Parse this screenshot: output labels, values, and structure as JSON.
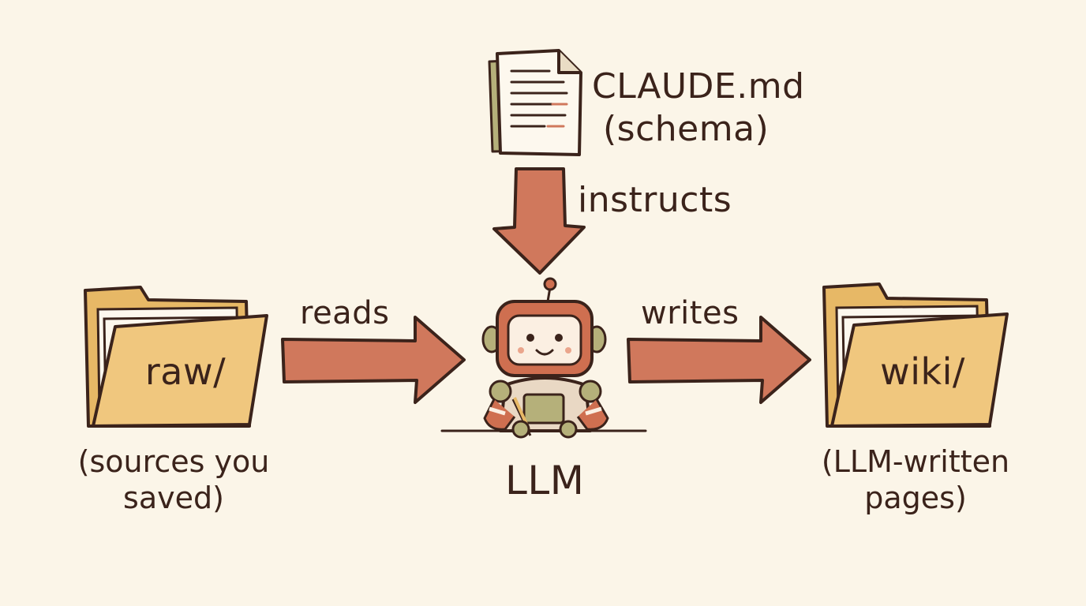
{
  "schema": {
    "filename": "CLAUDE.md",
    "subtitle": "(schema)",
    "icon": "document-icon"
  },
  "edges": {
    "instructs": "instructs",
    "reads": "reads",
    "writes": "writes"
  },
  "llm": {
    "label": "LLM",
    "icon": "robot-icon"
  },
  "raw_folder": {
    "label": "raw/",
    "caption_line1": "(sources you",
    "caption_line2": "saved)",
    "icon": "folder-icon"
  },
  "wiki_folder": {
    "label": "wiki/",
    "caption_line1": "(LLM-written",
    "caption_line2": "pages)",
    "icon": "folder-icon"
  },
  "colors": {
    "background": "#fbf5e8",
    "ink": "#3b231b",
    "arrow": "#d0785c",
    "folder": "#f0c77e",
    "robot": "#cf6f50",
    "screen": "#fbefe2",
    "olive": "#b5b07a"
  }
}
